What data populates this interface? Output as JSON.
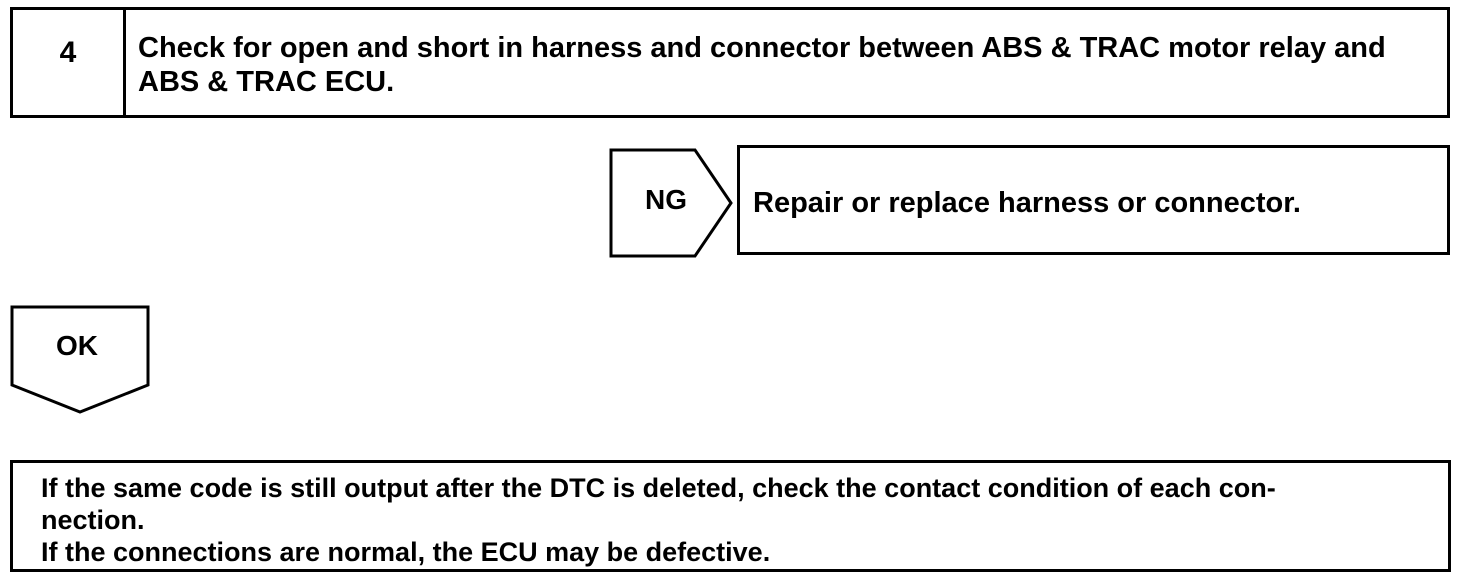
{
  "step": {
    "number": "4",
    "text": "Check for open and short in harness and connector between ABS & TRAC motor relay and ABS & TRAC ECU."
  },
  "ng": {
    "label": "NG",
    "result": "Repair or replace harness or connector."
  },
  "ok": {
    "label": "OK"
  },
  "note": {
    "lines": [
      "If the same code is still output after the DTC is deleted, check the contact condition of each con-",
      "nection.",
      "If the connections are normal, the ECU may be defective."
    ]
  }
}
